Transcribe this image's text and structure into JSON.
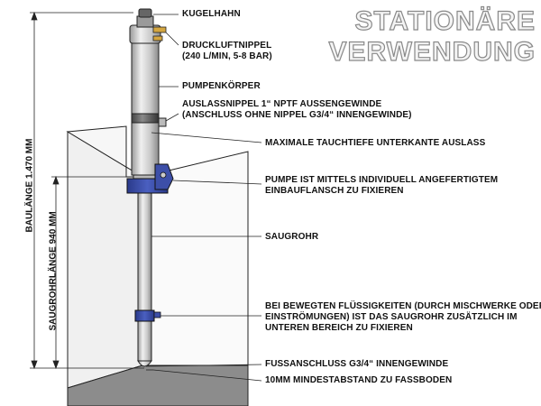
{
  "title": {
    "line1": "STATIONÄRE",
    "line2": "VERWENDUNG"
  },
  "labels": {
    "kugelhahn": "KUGELHAHN",
    "druckluftnippel_1": "DRUCKLUFTNIPPEL",
    "druckluftnippel_2": "(240 L/MIN, 5-8 BAR)",
    "pumpenkoerper": "PUMPENKÖRPER",
    "auslassnippel_1": "AUSLASSNIPPEL 1“ NPTF AUSSENGEWINDE",
    "auslassnippel_2": "(ANSCHLUSS OHNE NIPPEL G3/4“ INNENGEWINDE)",
    "tauchtiefe": "MAXIMALE TAUCHTIEFE UNTERKANTE AUSLASS",
    "flansch_1": "PUMPE IST MITTELS INDIVIDUELL ANGEFERTIGTEM",
    "flansch_2": "EINBAUFLANSCH ZU FIXIEREN",
    "saugrohr": "SAUGROHR",
    "bewegt_1": "BEI BEWEGTEN FLÜSSIGKEITEN (DURCH MISCHWERKE ODER",
    "bewegt_2": "EINSTRÖMUNGEN) IST DAS SAUGROHR ZUSÄTZLICH IM",
    "bewegt_3": "UNTEREN BEREICH ZU FIXIEREN",
    "fussanschluss": "FUSSANSCHLUSS G3/4“ INNENGEWINDE",
    "abstand": "10MM MINDESTABSTAND ZU FASSBODEN"
  },
  "dimensions": {
    "baulaenge": "BAULÄNGE 1.470 MM",
    "saugrohrlaenge": "SAUGROHRLÄNGE 940 MM"
  },
  "colors": {
    "flange": "#3d4fa8",
    "tank_side": "#f2f2f2",
    "tank_front": "#e6e6e6",
    "floor": "#8c8c8c",
    "tube": "#d2d2d2"
  }
}
